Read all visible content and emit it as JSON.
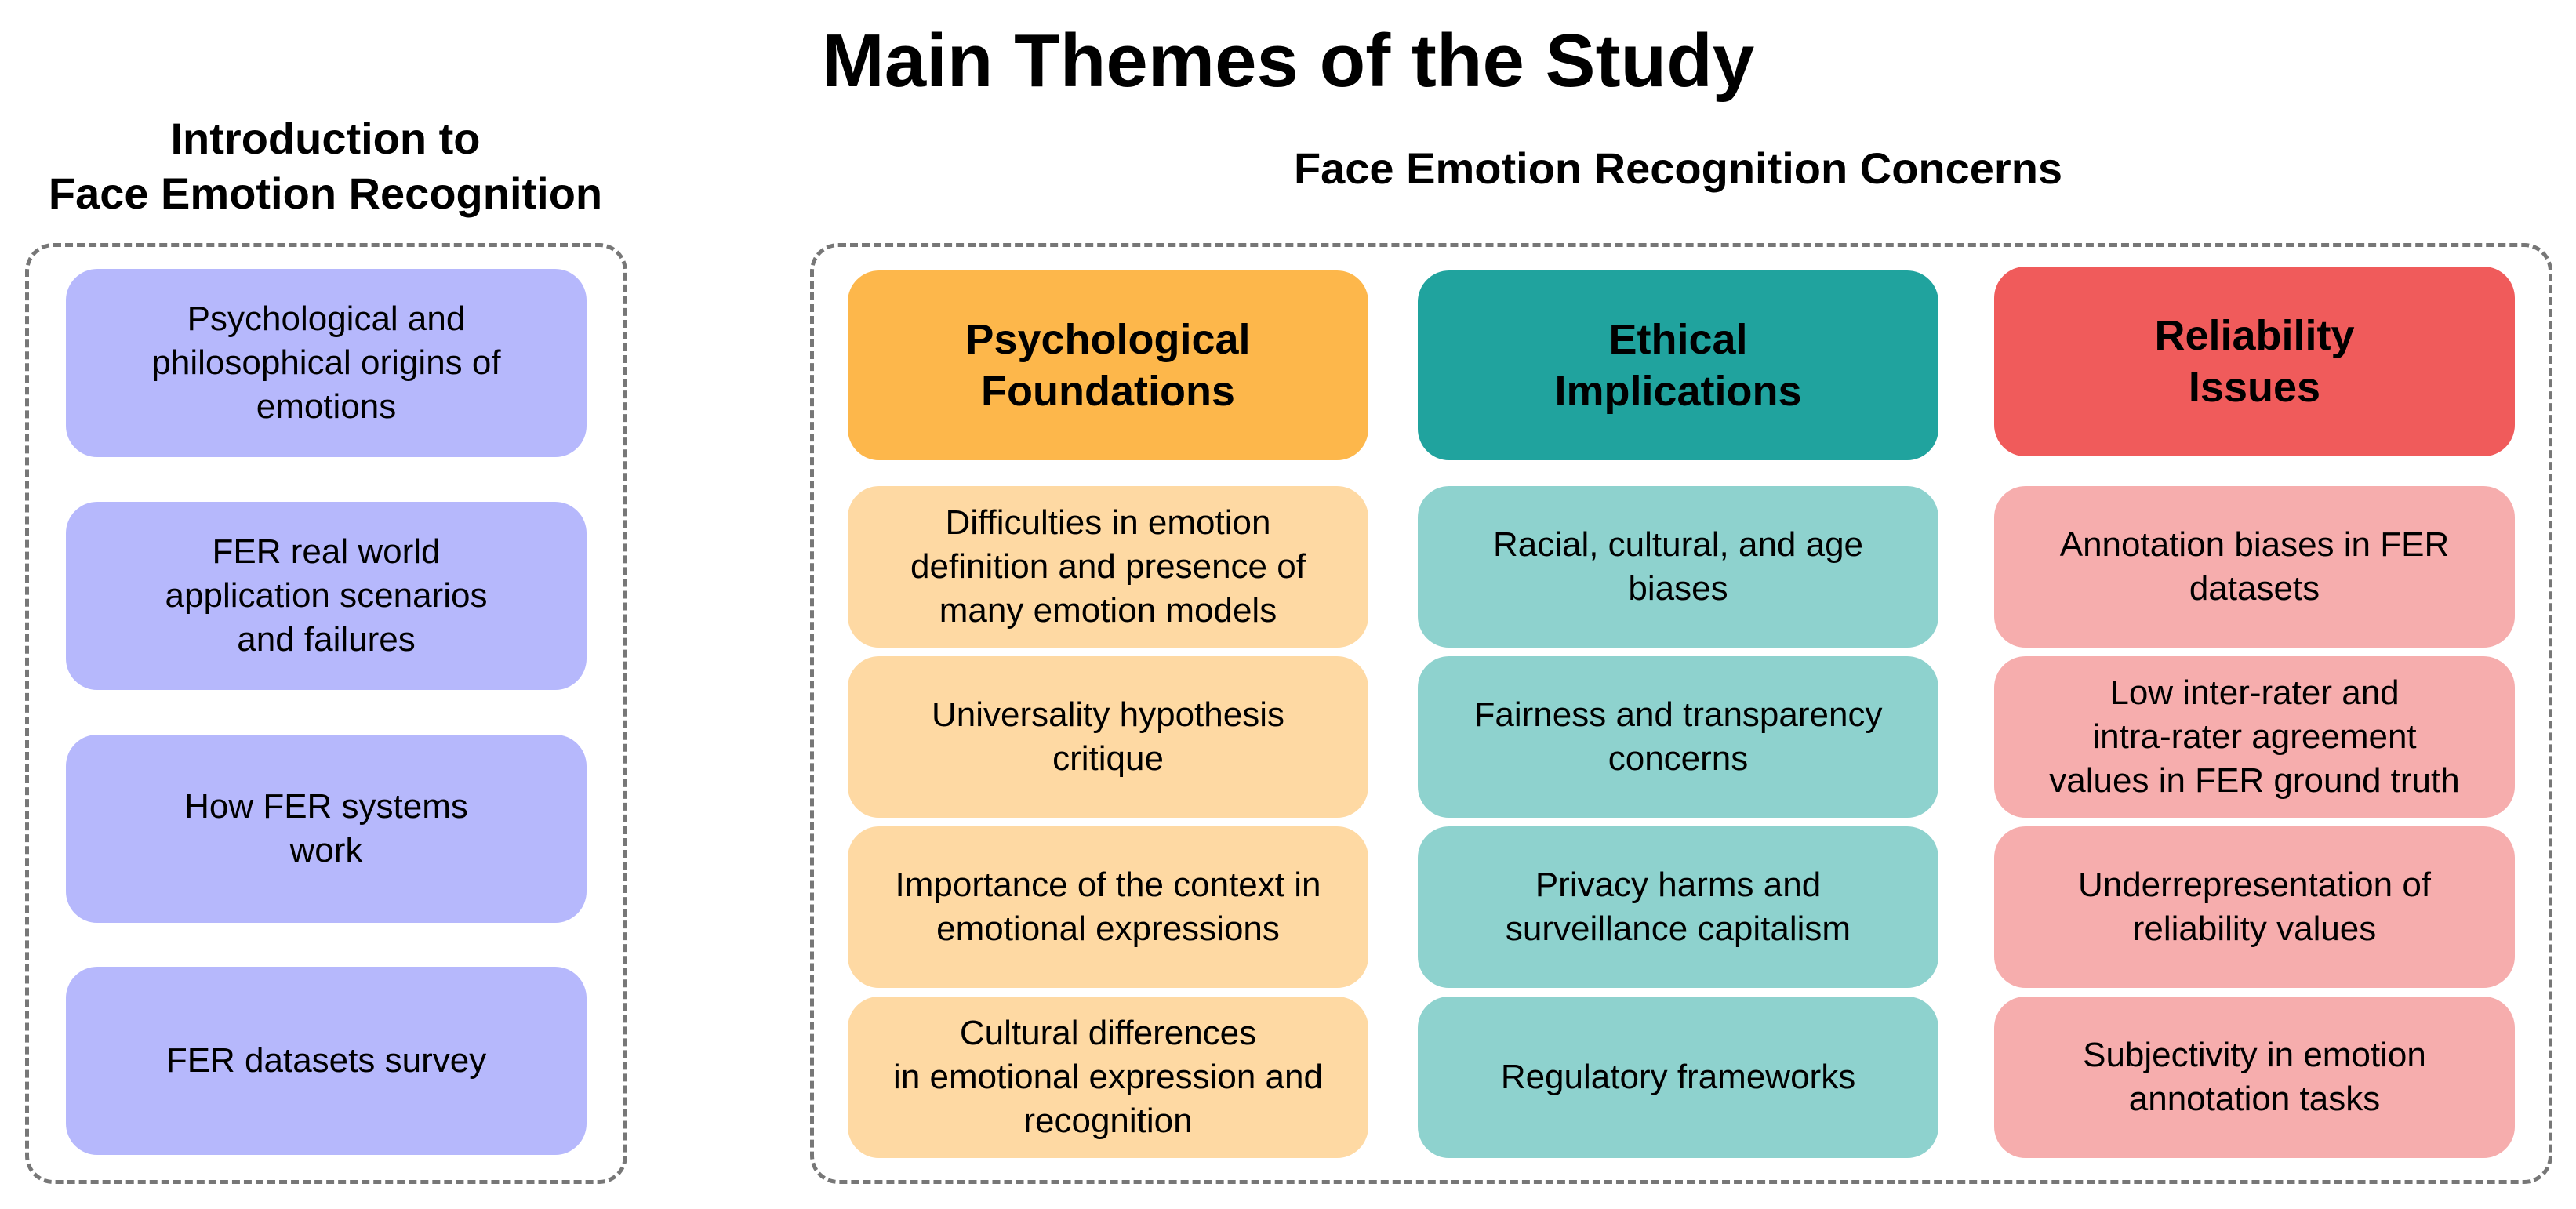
{
  "title": "Main Themes of the Study",
  "intro": {
    "heading": "Introduction to\nFace Emotion Recognition",
    "items": [
      "Psychological and\nphilosophical origins of\nemotions",
      "FER real world\napplication scenarios\nand failures",
      "How FER systems\nwork",
      "FER datasets survey"
    ]
  },
  "concerns": {
    "heading": "Face Emotion Recognition Concerns",
    "columns": [
      {
        "header": "Psychological\nFoundations",
        "items": [
          "Difficulties in emotion\ndefinition and presence of\nmany  emotion models",
          "Universality hypothesis\ncritique",
          "Importance of the context in\nemotional expressions",
          "Cultural differences\nin emotional expression and\nrecognition"
        ]
      },
      {
        "header": "Ethical\nImplications",
        "items": [
          "Racial, cultural, and age\nbiases",
          "Fairness and transparency\nconcerns",
          "Privacy harms and\nsurveillance capitalism",
          "Regulatory frameworks"
        ]
      },
      {
        "header": "Reliability\nIssues",
        "items": [
          "Annotation biases in FER\ndatasets",
          "Low inter-rater and\nintra-rater agreement\nvalues in FER ground truth",
          "Underrepresentation of\nreliability values",
          "Subjectivity in emotion\nannotation tasks"
        ]
      }
    ]
  },
  "colors": {
    "intro_box": "#b6b8fc",
    "psych_header": "#fdb74b",
    "psych_item": "#fed9a3",
    "ethic_header": "#20a39e",
    "ethic_item": "#8ed2ce",
    "reli_header": "#f05b5b",
    "reli_item": "#f6adad"
  }
}
